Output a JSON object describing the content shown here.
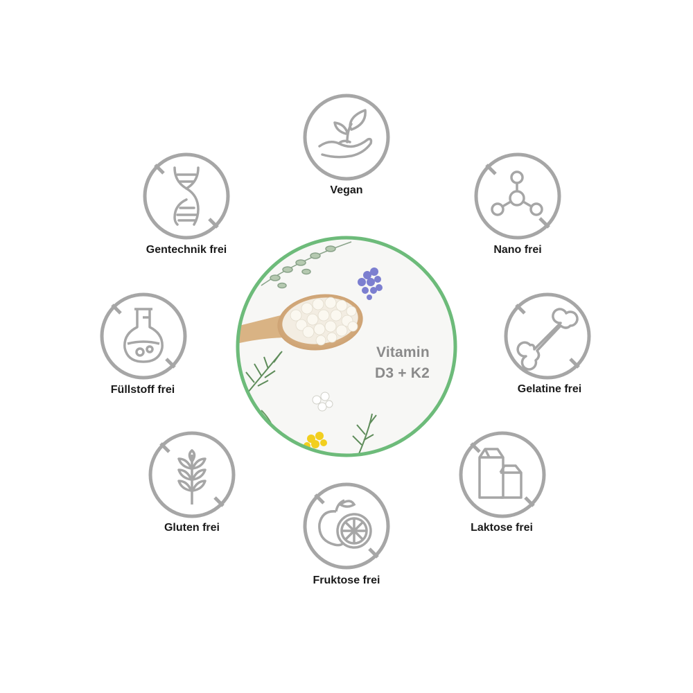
{
  "product": {
    "line1": "Vitamin",
    "line2": "D3 + K2",
    "ring_color": "#6dbb7a"
  },
  "icon_color": "#a6a6a6",
  "features": [
    {
      "label": "Vegan",
      "icon": "leaf-hand-icon"
    },
    {
      "label": "Nano frei",
      "icon": "molecule-icon"
    },
    {
      "label": "Gelatine frei",
      "icon": "bone-icon"
    },
    {
      "label": "Laktose frei",
      "icon": "milk-carton-icon"
    },
    {
      "label": "Fruktose frei",
      "icon": "fruit-icon"
    },
    {
      "label": "Gluten frei",
      "icon": "wheat-icon"
    },
    {
      "label": "Füllstoff frei",
      "icon": "flask-icon"
    },
    {
      "label": "Gentechnik frei",
      "icon": "dna-icon"
    }
  ]
}
